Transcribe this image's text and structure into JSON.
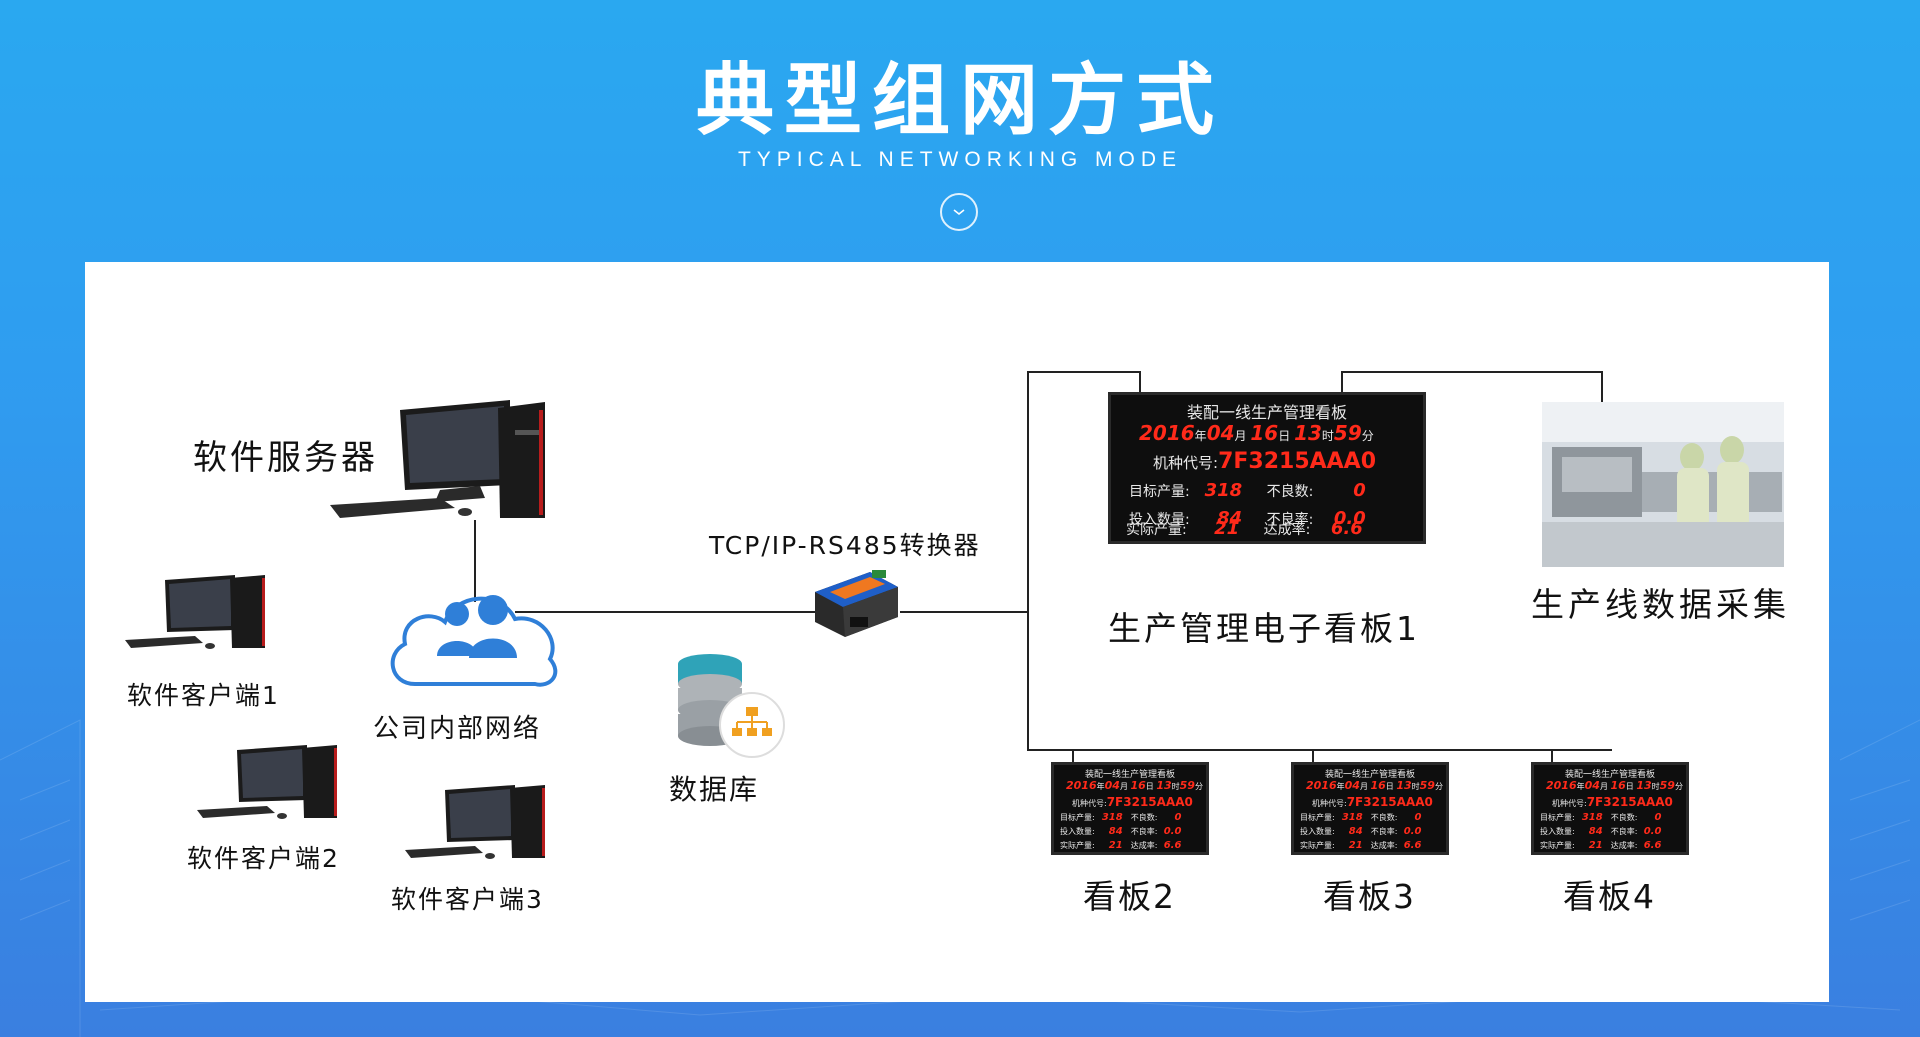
{
  "header": {
    "title": "典型组网方式",
    "subtitle": "TYPICAL NETWORKING MODE"
  },
  "diagram": {
    "server_label": "软件服务器",
    "clients": [
      {
        "label": "软件客户端1"
      },
      {
        "label": "软件客户端2"
      },
      {
        "label": "软件客户端3"
      }
    ],
    "cloud_label": "公司内部网络",
    "converter_label": "TCP/IP-RS485转换器",
    "database_label": "数据库",
    "main_board_label": "生产管理电子看板1",
    "production_label": "生产线数据采集",
    "small_boards": [
      {
        "label": "看板2"
      },
      {
        "label": "看板3"
      },
      {
        "label": "看板4"
      }
    ]
  },
  "board_content": {
    "title": "装配一线生产管理看板",
    "year": "2016",
    "year_unit": "年",
    "month": "04",
    "month_unit": "月",
    "day": "16",
    "day_unit": "日",
    "hour": "13",
    "hour_unit": "时",
    "minute": "59",
    "minute_unit": "分",
    "model_label": "机种代号:",
    "model_value": "7F3215AAA0",
    "target_label": "目标产量:",
    "target_value": "318",
    "defect_count_label": "不良数:",
    "defect_count_value": "0",
    "input_label": "投入数量:",
    "input_value": "84",
    "defect_rate_label": "不良率:",
    "defect_rate_value": "0.0",
    "actual_label": "实际产量:",
    "actual_value": "21",
    "achieve_label": "达成率:",
    "achieve_value": "6.6"
  },
  "colors": {
    "led_red": "#ff2a1a",
    "bg_top": "#2aa8f0",
    "bg_bottom": "#3a7fe0",
    "converter_blue": "#1f5fc8",
    "converter_orange": "#f07820",
    "cloud_blue": "#2f7fd8"
  }
}
